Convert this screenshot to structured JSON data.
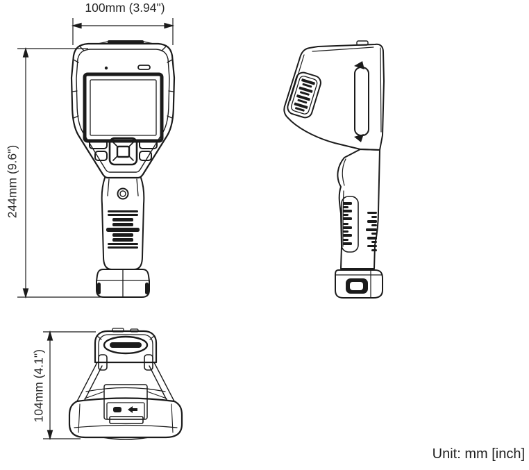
{
  "drawing": {
    "dimensions": {
      "front_width": "100mm (3.94\")",
      "front_height": "244mm (9.6\")",
      "top_depth": "104mm (4.1\")"
    },
    "unit_note": "Unit: mm [inch]",
    "colors": {
      "line_color": "#1b1b1b",
      "text_color": "#2a2a2a",
      "background": "#ffffff"
    }
  }
}
